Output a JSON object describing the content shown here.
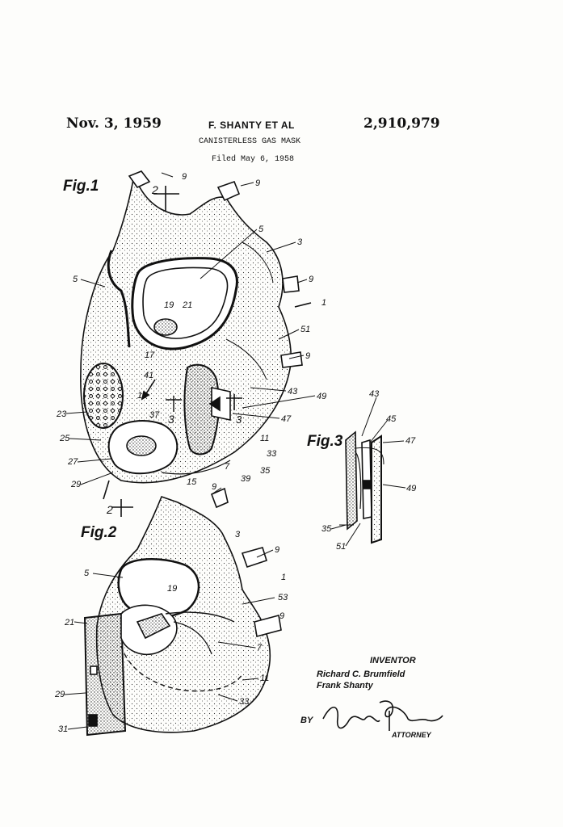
{
  "header": {
    "date": "Nov. 3, 1959",
    "inventor": "F. SHANTY ET AL",
    "patent_number": "2,910,979",
    "title": "CANISTERLESS GAS MASK",
    "filed": "Filed May 6, 1958"
  },
  "figures": {
    "fig1": "Fig.1",
    "fig2": "Fig.2",
    "fig3": "Fig.3"
  },
  "reference_numerals": {
    "fig1": [
      "9",
      "2",
      "9",
      "5",
      "3",
      "5",
      "9",
      "1",
      "19",
      "21",
      "51",
      "17",
      "9",
      "41",
      "43",
      "13",
      "49",
      "23",
      "37",
      "3",
      "3",
      "47",
      "25",
      "11",
      "33",
      "27",
      "7",
      "35",
      "29",
      "15",
      "39",
      "2"
    ],
    "fig2": [
      "9",
      "3",
      "9",
      "5",
      "1",
      "19",
      "53",
      "21",
      "9",
      "7",
      "11",
      "29",
      "33",
      "31"
    ],
    "fig3": [
      "43",
      "45",
      "47",
      "49",
      "35",
      "51"
    ]
  },
  "signature_block": {
    "inventor_label": "INVENTOR",
    "inventor_1": "Richard C. Brumfield",
    "inventor_2": "Frank Shanty",
    "by_label": "BY",
    "attorney_label": "ATTORNEY"
  }
}
